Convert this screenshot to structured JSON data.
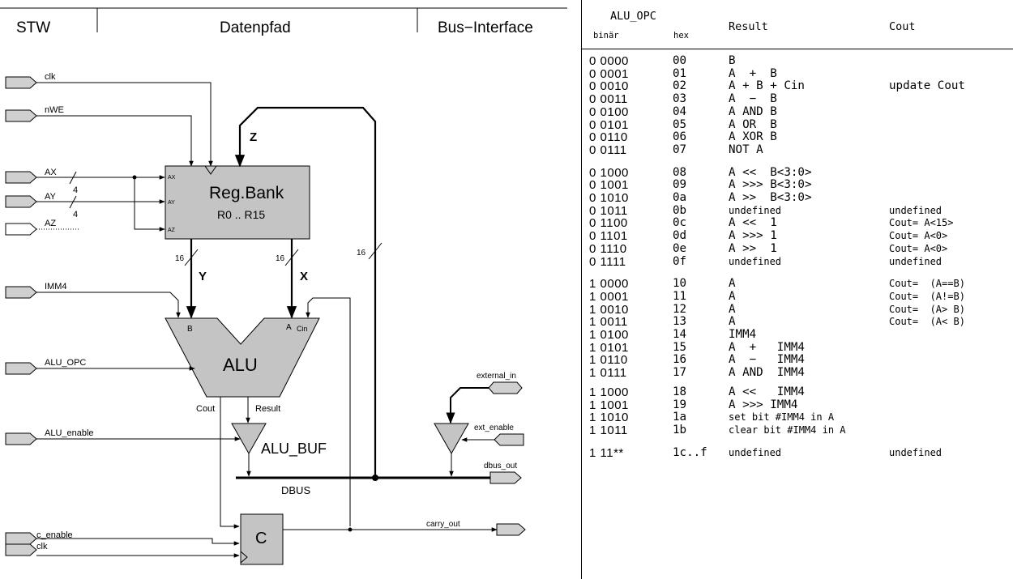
{
  "diagram": {
    "header": {
      "stw": "STW",
      "datenpfad": "Datenpfad",
      "bus": "Bus−Interface"
    },
    "inputs": {
      "clk": "clk",
      "nwe": "nWE",
      "ax": "AX",
      "ay": "AY",
      "az": "AZ",
      "imm4": "IMM4",
      "alu_opc": "ALU_OPC",
      "alu_enable": "ALU_enable",
      "c_enable": "c_enable",
      "clk2": "clk"
    },
    "bus_widths": {
      "ax": "4",
      "ay": "4",
      "y": "16",
      "x": "16",
      "z": "16"
    },
    "regbank": {
      "title": "Reg.Bank",
      "sub": "R0 .. R15",
      "port_ax": "AX",
      "port_ay": "AY",
      "port_az": "AZ"
    },
    "signals": {
      "z": "Z",
      "y": "Y",
      "x": "X"
    },
    "alu": {
      "label": "ALU",
      "in_b": "B",
      "in_a": "A",
      "in_cin": "Cin",
      "cout": "Cout",
      "result": "Result"
    },
    "alu_buf": "ALU_BUF",
    "dbus": "DBUS",
    "carry": {
      "label": "C",
      "out": "carry_out"
    },
    "bus_if": {
      "external_in": "external_in",
      "ext_enable": "ext_enable",
      "dbus_out": "dbus_out"
    }
  },
  "table": {
    "header": {
      "opc": "ALU_OPC",
      "binar": "binär",
      "hex": "hex",
      "result": "Result",
      "cout": "Cout"
    },
    "rows": [
      {
        "bin": "0 0000",
        "hex": "00",
        "result": "B",
        "cout": ""
      },
      {
        "bin": "0 0001",
        "hex": "01",
        "result": "A  +  B",
        "cout": ""
      },
      {
        "bin": "0 0010",
        "hex": "02",
        "result": "A + B + Cin",
        "cout": "update Cout"
      },
      {
        "bin": "0 0011",
        "hex": "03",
        "result": "A  −  B",
        "cout": ""
      },
      {
        "bin": "0 0100",
        "hex": "04",
        "result": "A AND B",
        "cout": ""
      },
      {
        "bin": "0 0101",
        "hex": "05",
        "result": "A OR  B",
        "cout": ""
      },
      {
        "bin": "0 0110",
        "hex": "06",
        "result": "A XOR B",
        "cout": ""
      },
      {
        "bin": "0 0111",
        "hex": "07",
        "result": "NOT A",
        "cout": ""
      },
      {
        "bin": "0 1000",
        "hex": "08",
        "result": "A <<  B<3:0>",
        "cout": ""
      },
      {
        "bin": "0 1001",
        "hex": "09",
        "result": "A >>> B<3:0>",
        "cout": ""
      },
      {
        "bin": "0 1010",
        "hex": "0a",
        "result": "A >>  B<3:0>",
        "cout": ""
      },
      {
        "bin": "0 1011",
        "hex": "0b",
        "result": "undefined",
        "cout": "undefined"
      },
      {
        "bin": "0 1100",
        "hex": "0c",
        "result": "A <<  1",
        "cout": "Cout= A<15>"
      },
      {
        "bin": "0 1101",
        "hex": "0d",
        "result": "A >>> 1",
        "cout": "Cout= A<0>"
      },
      {
        "bin": "0 1110",
        "hex": "0e",
        "result": "A >>  1",
        "cout": "Cout= A<0>"
      },
      {
        "bin": "0 1111",
        "hex": "0f",
        "result": "undefined",
        "cout": "undefined"
      },
      {
        "bin": "1 0000",
        "hex": "10",
        "result": "A",
        "cout": "Cout=  (A==B)"
      },
      {
        "bin": "1 0001",
        "hex": "11",
        "result": "A",
        "cout": "Cout=  (A!=B)"
      },
      {
        "bin": "1 0010",
        "hex": "12",
        "result": "A",
        "cout": "Cout=  (A> B)"
      },
      {
        "bin": "1 0011",
        "hex": "13",
        "result": "A",
        "cout": "Cout=  (A< B)"
      },
      {
        "bin": "1 0100",
        "hex": "14",
        "result": "IMM4",
        "cout": ""
      },
      {
        "bin": "1 0101",
        "hex": "15",
        "result": "A  +   IMM4",
        "cout": ""
      },
      {
        "bin": "1 0110",
        "hex": "16",
        "result": "A  −   IMM4",
        "cout": ""
      },
      {
        "bin": "1 0111",
        "hex": "17",
        "result": "A AND  IMM4",
        "cout": ""
      },
      {
        "bin": "1 1000",
        "hex": "18",
        "result": "A <<   IMM4",
        "cout": ""
      },
      {
        "bin": "1 1001",
        "hex": "19",
        "result": "A >>> IMM4",
        "cout": ""
      },
      {
        "bin": "1 1010",
        "hex": "1a",
        "result": "set bit #IMM4 in A",
        "cout": ""
      },
      {
        "bin": "1 1011",
        "hex": "1b",
        "result": "clear bit #IMM4 in A",
        "cout": ""
      },
      {
        "bin": "1 11**",
        "hex": "1c..f",
        "result": "undefined",
        "cout": "undefined"
      }
    ]
  }
}
